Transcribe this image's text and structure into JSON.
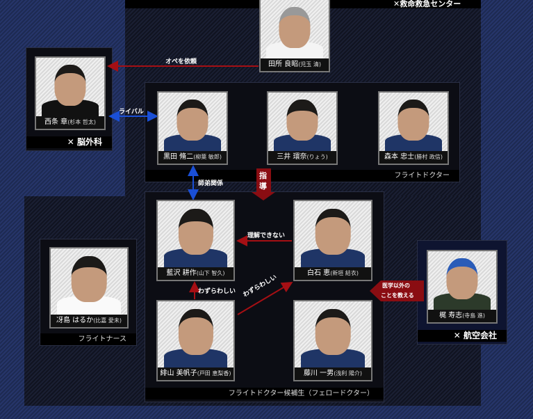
{
  "sections": {
    "er_center": "救命救急センター",
    "neurosurgery": "脳外科",
    "flight_doctor": "フライトドクター",
    "fellow": "フライトドクター候補生（フェロードクター）",
    "flight_nurse": "フライトナース",
    "airline": "航空会社"
  },
  "characters": [
    {
      "name": "田所 良昭",
      "actor": "(児玉 清)"
    },
    {
      "name": "西条 章",
      "actor": "(杉本 哲太)"
    },
    {
      "name": "黒田 脩二",
      "actor": "(柳葉 敏郎)"
    },
    {
      "name": "三井 環奈",
      "actor": "(りょう)"
    },
    {
      "name": "森本 忠士",
      "actor": "(勝村 政信)"
    },
    {
      "name": "藍沢 耕作",
      "actor": "(山下 智久)"
    },
    {
      "name": "白石 恵",
      "actor": "(新垣 結衣)"
    },
    {
      "name": "冴島 はるか",
      "actor": "(比嘉 愛未)"
    },
    {
      "name": "緋山 美帆子",
      "actor": "(戸田 恵梨香)"
    },
    {
      "name": "藤川 一男",
      "actor": "(浅利 陽介)"
    },
    {
      "name": "梶 寿志",
      "actor": "(寺島 進)"
    }
  ],
  "relations": {
    "ope": "オペを依頼",
    "rival": "ライバル",
    "mentor": "師弟関係",
    "guidance_1": "指",
    "guidance_2": "導",
    "cannot_understand": "理解できない",
    "annoying_1": "わずらわしい",
    "annoying_2": "わずらわしい",
    "teach_1": "医学以外の",
    "teach_2": "ことを教える"
  },
  "icons": {
    "section_mark": "x-mark-icon"
  },
  "colors": {
    "red_arrow": "#a50f14",
    "blue_arrow": "#1a4fd6",
    "background": "#1d2a52"
  }
}
